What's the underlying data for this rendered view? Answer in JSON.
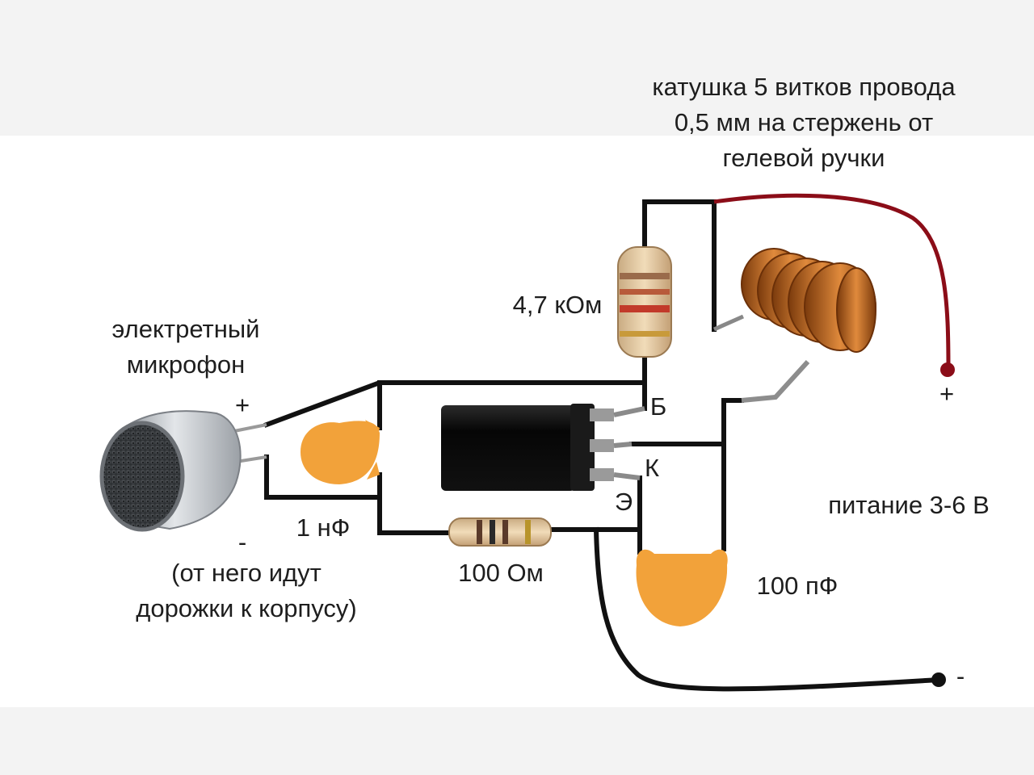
{
  "labels": {
    "coil_line1": "катушка 5 витков провода",
    "coil_line2": "0,5 мм на стержень от",
    "coil_line3": "гелевой ручки",
    "resistor_47k": "4,7 кОм",
    "mic_line1": "электретный",
    "mic_line2": "микрофон",
    "mic_plus": "+",
    "mic_minus": "-",
    "cap_1n": "1 нФ",
    "mic_note_line1": "(от него идут",
    "mic_note_line2": "дорожки к корпусу)",
    "resistor_100": "100 Ом",
    "pin_base": "Б",
    "pin_collector": "К",
    "pin_emitter": "Э",
    "power": "питание 3-6 В",
    "power_plus": "+",
    "power_minus": "-",
    "cap_100p": "100 пФ"
  },
  "colors": {
    "background": "#f3f3f3",
    "panel": "#ffffff",
    "wire": "#111111",
    "wire_positive": "#8b0d18",
    "capacitor": "#f2a23a",
    "coil": "#b8621e",
    "transistor": "#0c0c0c",
    "mic_body": "#b9bec4"
  }
}
